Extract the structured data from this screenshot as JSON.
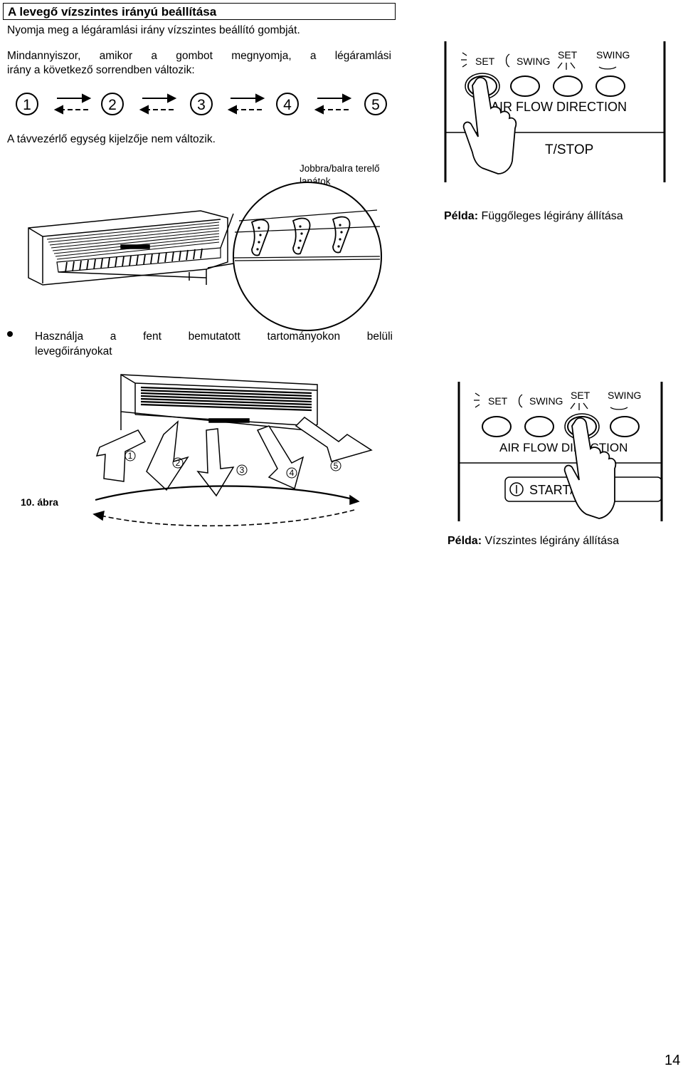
{
  "header": {
    "title": "A levegő vízszintes irányú beállítása",
    "line1": "Nyomja meg a légáramlási irány vízszintes beállító gombját.",
    "line2": "Mindannyiszor, amikor a gombot megnyomja, a légáramlási",
    "line3": "irány a következő sorrendben változik:"
  },
  "sequence": [
    "1",
    "2",
    "3",
    "4",
    "5"
  ],
  "note": "A távvezérlő egység kijelzője nem változik.",
  "callout": {
    "line1": "Jobbra/balra terelő",
    "line2": "lapátok"
  },
  "example1": {
    "label": "Példa:",
    "text": " Függőleges légirány állítása"
  },
  "bullet": {
    "words": [
      "Használja",
      "a",
      "fent",
      "bemutatott",
      "tartományokon",
      "belüli"
    ],
    "line2": "levegőirányokat"
  },
  "figure_label": "10. ábra",
  "example2": {
    "label": "Példa:",
    "text": " Vízszintes légirány állítása"
  },
  "remote": {
    "set": "SET",
    "swing": "SWING",
    "set2": "SET",
    "swing2": "SWING",
    "air_flow_direction": "AIR FLOW DIRECTION",
    "air_flow_direction_cut_top": "AIR FLOW DIRECTION",
    "start_stop_fragment": "T/STOP",
    "start_stop": "START/STO"
  },
  "diagram_numbers": [
    "1",
    "2",
    "3",
    "4",
    "5"
  ],
  "page_number": "14"
}
